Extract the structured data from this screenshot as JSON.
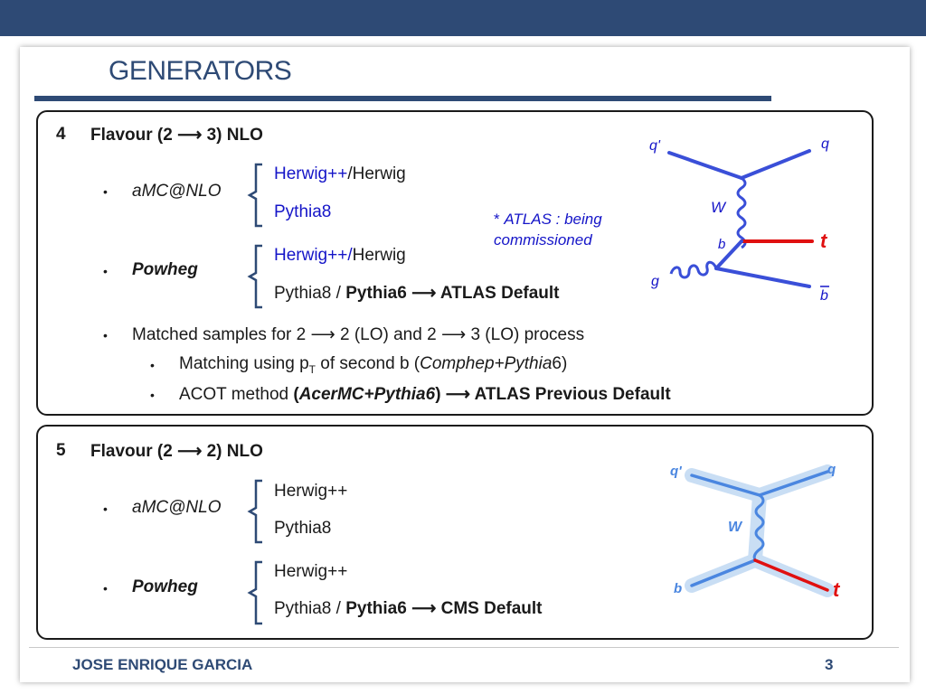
{
  "slide": {
    "title": "GENERATORS"
  },
  "section4": {
    "number": "4",
    "heading": "Flavour (2 ⟶ 3) NLO",
    "amc_label": "aMC@NLO",
    "amc_opt1_blue": "Herwig++",
    "amc_opt1_rest": "/Herwig",
    "amc_opt2": "Pythia8",
    "note_star": "* ",
    "note_atlas": "ATLAS",
    "note_rest1": " : being",
    "note_line2": "commissioned",
    "powheg_label": "Powheg",
    "pow_opt1_blue": "Herwig++/",
    "pow_opt1_rest": "Herwig",
    "pow_opt2_pre": "Pythia8 / ",
    "pow_opt2_bold1": "Pythia6",
    "pow_opt2_bold2": " ⟶ ATLAS Default",
    "matched": "Matched samples for 2 ⟶ 2 (LO) and 2 ⟶ 3 (LO) process",
    "matching_pre": "Matching using p",
    "matching_sub": "T",
    "matching_mid": " of second b (",
    "matching_it": "Comphep+Pythia",
    "matching_post": "6)",
    "acot_pre": "ACOT method ",
    "acot_bold_open": "(",
    "acot_bold_it": "AcerMC+Pythia6",
    "acot_bold_rest": ") ⟶ ATLAS Previous Default"
  },
  "diagram1": {
    "q_prime": "q'",
    "q": "q",
    "W": "W",
    "b": "b",
    "t": "t",
    "g": "g",
    "bbar": "b"
  },
  "section5": {
    "number": "5",
    "heading": "Flavour (2 ⟶ 2) NLO",
    "amc_label": "aMC@NLO",
    "amc_opt1": "Herwig++",
    "amc_opt2": "Pythia8",
    "powheg_label": "Powheg",
    "pow_opt1": "Herwig++",
    "pow_opt2_pre": "Pythia8 / ",
    "pow_opt2_bold": "Pythia6 ⟶ CMS Default"
  },
  "diagram2": {
    "q_prime": "q'",
    "q": "q",
    "W": "W",
    "b": "b",
    "t": "t"
  },
  "footer": {
    "author": "JOSE ENRIQUE GARCIA",
    "page": "3"
  },
  "colors": {
    "brand": "#2e4a75",
    "fermion": "#3a4fd8",
    "top": "#e01010",
    "label": "#1515c8"
  }
}
